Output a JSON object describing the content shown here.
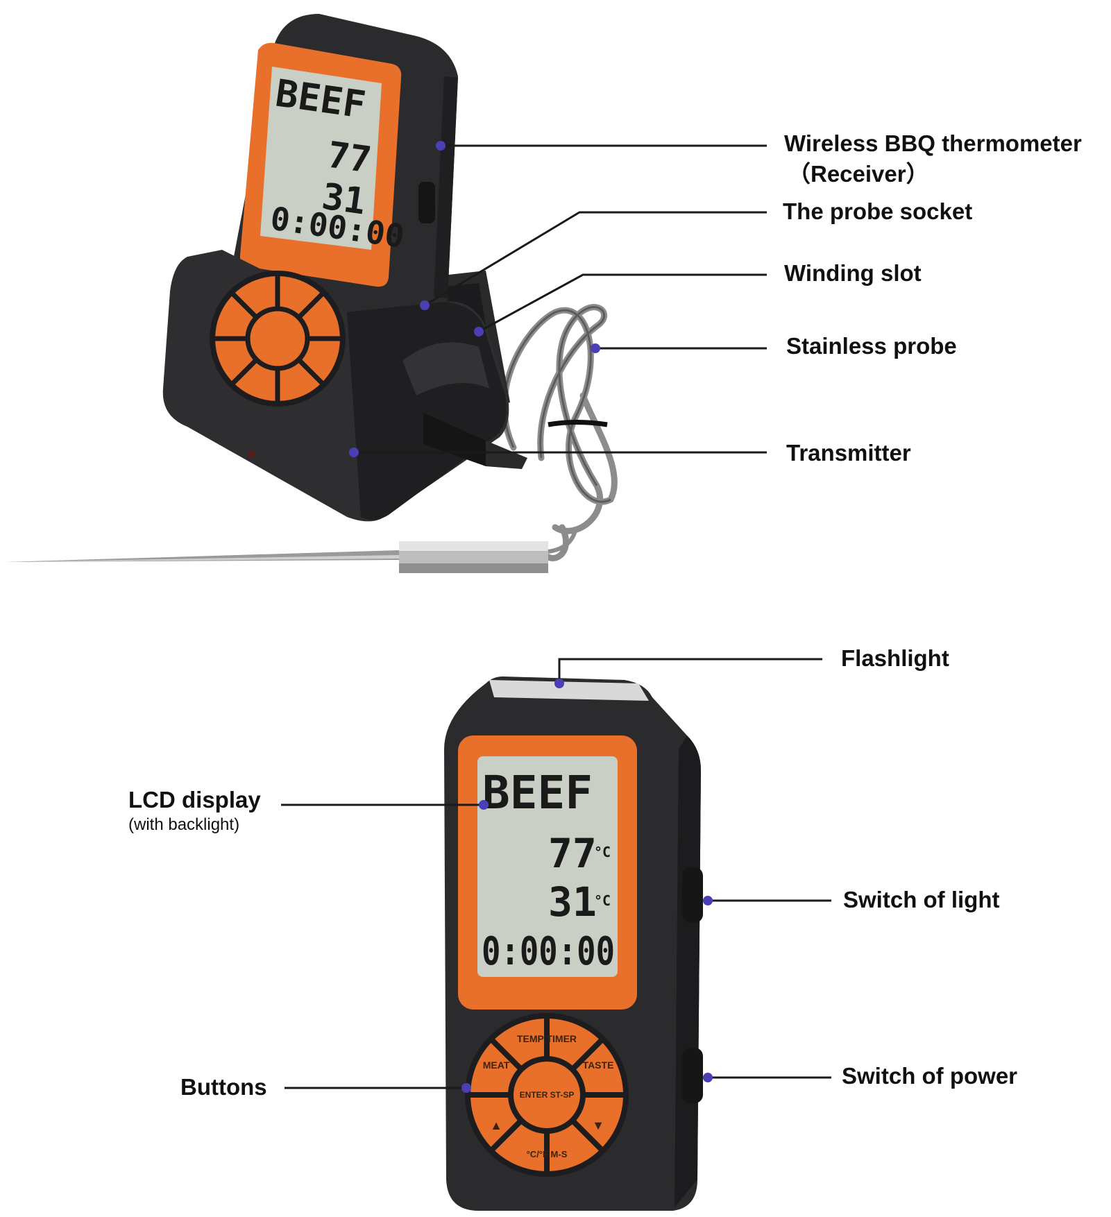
{
  "labels": {
    "receiver_line1": "Wireless BBQ thermometer",
    "receiver_line2": "（Receiver）",
    "probe_socket": "The probe socket",
    "winding_slot": "Winding slot",
    "stainless_probe": "Stainless probe",
    "transmitter": "Transmitter",
    "flashlight": "Flashlight",
    "lcd_display": "LCD display",
    "lcd_display_sub": "(with backlight)",
    "switch_light": "Switch of light",
    "switch_power": "Switch of power",
    "buttons": "Buttons"
  },
  "display": {
    "meat": "BEEF",
    "temp1": "77",
    "temp2": "31",
    "unit": "°C",
    "timer": "0:00:00"
  },
  "keypad": {
    "top": "TEMP TIMER",
    "left": "MEAT",
    "right": "TASTE",
    "center": "ENTER ST-SP",
    "bottom": "°C/°F M-S",
    "up": "▲",
    "down": "▼"
  },
  "colors": {
    "body": "#2b2b2d",
    "accent": "#e8702a",
    "lcd": "#c9cfc4",
    "leader": "#1a1a1a",
    "dot": "#4a3fb5"
  }
}
